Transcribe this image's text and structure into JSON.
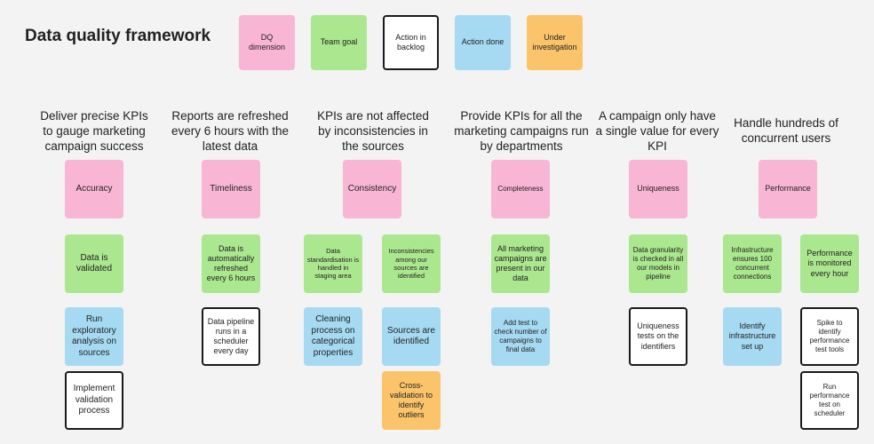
{
  "title": "Data quality framework",
  "legend": {
    "dq_dimension": "DQ dimension",
    "team_goal": "Team goal",
    "action_backlog": "Action in backlog",
    "action_done": "Action done",
    "under_investigation": "Under investigation"
  },
  "colors": {
    "dq_dimension": "#f9b6d4",
    "team_goal": "#abe78e",
    "action_backlog": "#ffffff",
    "action_done": "#a6daf3",
    "under_investigation": "#fcc46a"
  },
  "columns": [
    {
      "heading": "Deliver precise KPIs to gauge marketing campaign success",
      "dimension": "Accuracy",
      "goals": [
        "Data is validated"
      ],
      "actions": [
        "Run exploratory analysis on sources",
        "Implement validation process"
      ]
    },
    {
      "heading": "Reports are refreshed every 6 hours with the latest data",
      "dimension": "Timeliness",
      "goals": [
        "Data is automatically refreshed every 6 hours"
      ],
      "actions": [
        "Data pipeline runs in a scheduler every day"
      ]
    },
    {
      "heading": "KPIs are not affected by inconsistencies in the sources",
      "dimension": "Consistency",
      "goals": [
        "Data standardisation is handled in staging area",
        "Inconsistencies among our sources are identified"
      ],
      "actions": [
        "Cleaning process on categorical properties",
        "Sources are identified",
        "Cross-validation to identify outliers"
      ]
    },
    {
      "heading": "Provide KPIs for all the marketing campaigns run by departments",
      "dimension": "Completeness",
      "goals": [
        "All marketing campaigns are present in our data"
      ],
      "actions": [
        "Add test to check number of campaigns to final data"
      ]
    },
    {
      "heading": "A campaign only have a single value for every KPI",
      "dimension": "Uniqueness",
      "goals": [
        "Data granularity is checked in all our models in pipeline"
      ],
      "actions": [
        "Uniqueness tests on the identifiers"
      ]
    },
    {
      "heading": "Handle hundreds of concurrent users",
      "dimension": "Performance",
      "goals": [
        "Infrastructure ensures 100 concurrent connections",
        "Performance is monitored every hour"
      ],
      "actions": [
        "Identify infrastructure set up",
        "Spike to identify performance test tools",
        "Run performance test on scheduler"
      ]
    }
  ]
}
